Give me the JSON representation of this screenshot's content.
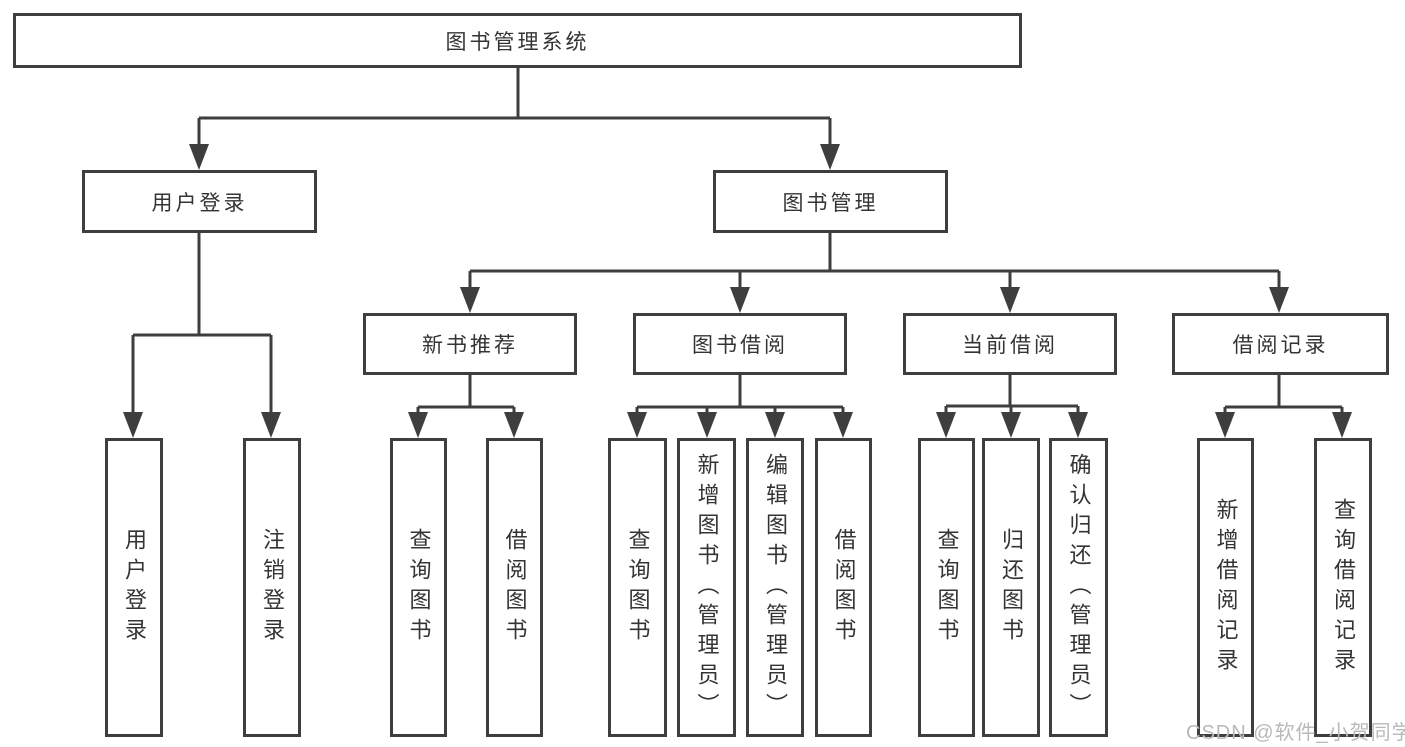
{
  "tree": {
    "root": {
      "label": "图书管理系统",
      "children": [
        {
          "label": "用户登录",
          "children": [
            {
              "label": "用户登录"
            },
            {
              "label": "注销登录"
            }
          ]
        },
        {
          "label": "图书管理",
          "children": [
            {
              "label": "新书推荐",
              "children": [
                {
                  "label": "查询图书"
                },
                {
                  "label": "借阅图书"
                }
              ]
            },
            {
              "label": "图书借阅",
              "children": [
                {
                  "label": "查询图书"
                },
                {
                  "label": "新增图书（管理员）"
                },
                {
                  "label": "编辑图书（管理员）"
                },
                {
                  "label": "借阅图书"
                }
              ]
            },
            {
              "label": "当前借阅",
              "children": [
                {
                  "label": "查询图书"
                },
                {
                  "label": "归还图书"
                },
                {
                  "label": "确认归还（管理员）"
                }
              ]
            },
            {
              "label": "借阅记录",
              "children": [
                {
                  "label": "新增借阅记录"
                },
                {
                  "label": "查询借阅记录"
                }
              ]
            }
          ]
        }
      ]
    }
  },
  "watermark": {
    "text": "CSDN @软件_小贺同学"
  },
  "colors": {
    "line": "#3e3e3e",
    "text": "#343434",
    "watermark": "#b9b9b9",
    "background": "#ffffff"
  }
}
